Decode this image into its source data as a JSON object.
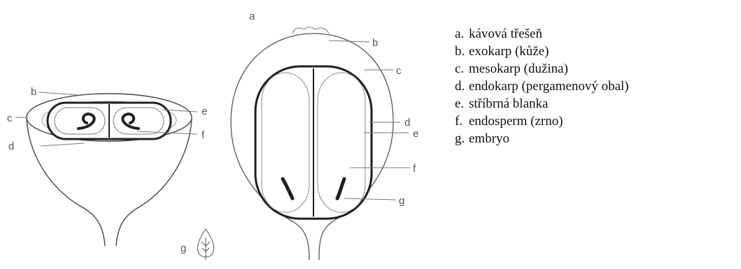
{
  "labels": {
    "a": "a",
    "b": "b",
    "c": "c",
    "d": "d",
    "e": "e",
    "f": "f",
    "g": "g"
  },
  "legend": [
    {
      "key": "a.",
      "text": "kávová třešeň"
    },
    {
      "key": "b.",
      "text": "exokarp (kůže)"
    },
    {
      "key": "c.",
      "text": "mesokarp (dužina)"
    },
    {
      "key": "d.",
      "text": "endokarp (pergamenový obal)"
    },
    {
      "key": "e.",
      "text": "stříbrná blanka"
    },
    {
      "key": "f.",
      "text": "endosperm (zrno)"
    },
    {
      "key": "g.",
      "text": "embryo"
    }
  ]
}
